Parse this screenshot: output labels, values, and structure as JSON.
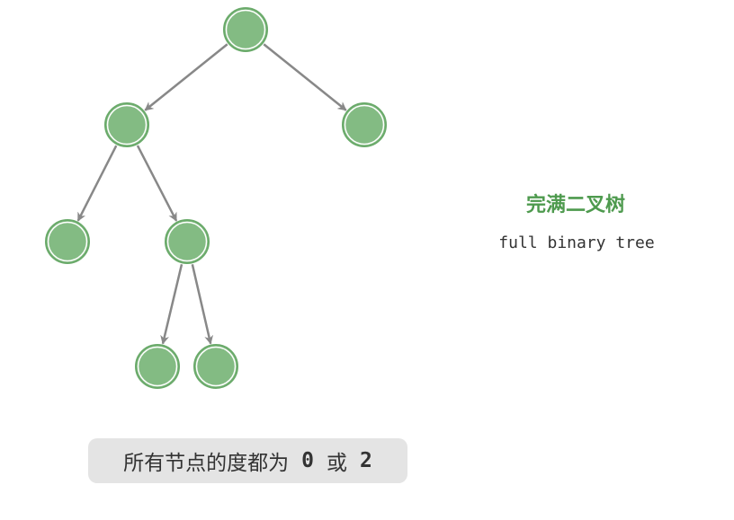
{
  "title": "完满二叉树",
  "subtitle": "full binary tree",
  "caption": {
    "text": "所有节点的度都为",
    "a": "0",
    "or": "或",
    "b": "2"
  },
  "colors": {
    "node": "#83bb83",
    "stroke": "#6aaa6a",
    "edge": "#888888",
    "title": "#4e9a4e"
  },
  "tree": {
    "nodes": [
      "root",
      "left",
      "right",
      "left-left",
      "left-right",
      "left-right-left",
      "left-right-right"
    ],
    "edges": [
      [
        "root",
        "left"
      ],
      [
        "root",
        "right"
      ],
      [
        "left",
        "left-left"
      ],
      [
        "left",
        "left-right"
      ],
      [
        "left-right",
        "left-right-left"
      ],
      [
        "left-right",
        "left-right-right"
      ]
    ]
  }
}
